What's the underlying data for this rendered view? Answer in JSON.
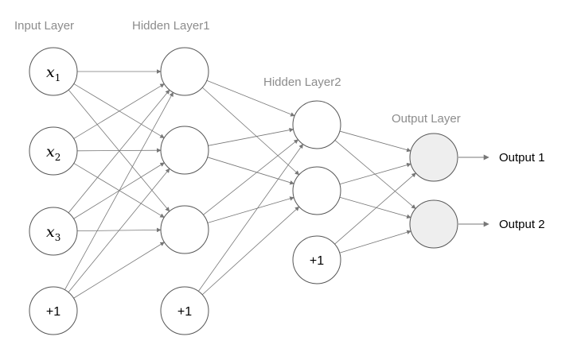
{
  "layers": {
    "input": {
      "title": "Input Layer"
    },
    "hidden1": {
      "title": "Hidden Layer1"
    },
    "hidden2": {
      "title": "Hidden Layer2"
    },
    "output": {
      "title": "Output Layer"
    }
  },
  "inputs": [
    {
      "var": "x",
      "sub": "1"
    },
    {
      "var": "x",
      "sub": "2"
    },
    {
      "var": "x",
      "sub": "3"
    }
  ],
  "bias_label": "+1",
  "outputs": [
    "Output 1",
    "Output 2"
  ],
  "colors": {
    "output_node_fill": "#eeeeee",
    "node_fill": "#ffffff",
    "edge": "#777777",
    "title": "#8c8c8c"
  }
}
